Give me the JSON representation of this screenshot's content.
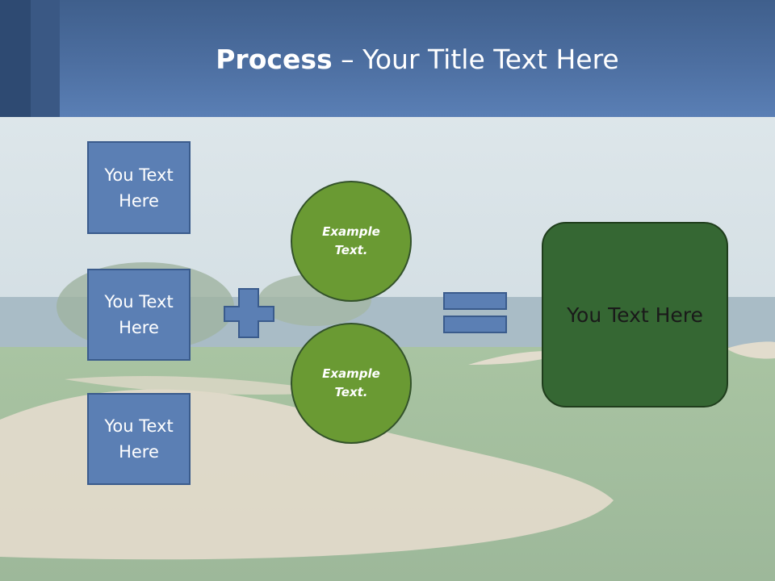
{
  "slide": {
    "title_bold": "Process",
    "title_rest": " – Your Title Text Here"
  },
  "boxes": [
    {
      "label": "You Text Here"
    },
    {
      "label": "You Text Here"
    },
    {
      "label": "You Text Here"
    }
  ],
  "circles": [
    {
      "label": "Example Text."
    },
    {
      "label": "Example Text."
    }
  ],
  "result": {
    "label": "You Text Here"
  },
  "colors": {
    "header": "#4d6fa1",
    "box_fill": "#5b7fb4",
    "circle_fill": "#6a9a33",
    "result_fill": "#356733"
  },
  "icons": {
    "plus": "plus-icon",
    "equals": "equals-icon"
  }
}
